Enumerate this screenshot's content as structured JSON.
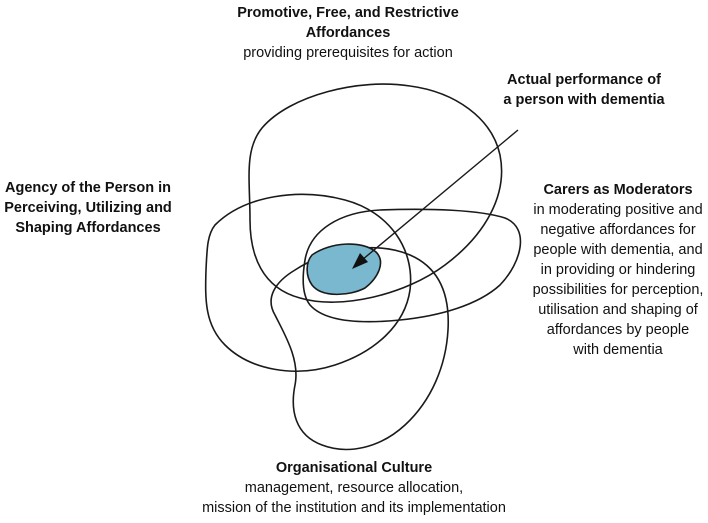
{
  "colors": {
    "outline": "#1a1a1a",
    "overlap_fill": "#7ab8cf",
    "background": "#ffffff"
  },
  "labels": {
    "top": {
      "title_lines": [
        "Promotive, Free, and Restrictive",
        "Affordances"
      ],
      "desc_lines": [
        "providing prerequisites for action"
      ]
    },
    "actual": {
      "title_lines": [
        "Actual performance of",
        "a person with dementia"
      ]
    },
    "left": {
      "title_lines": [
        "Agency of the Person in",
        "Perceiving, Utilizing and",
        "Shaping Affordances"
      ]
    },
    "right": {
      "title_lines": [
        "Carers as Moderators"
      ],
      "desc_lines": [
        "in moderating positive and",
        "negative affordances for",
        "people with dementia, and",
        "in providing or hindering",
        "possibilities for perception,",
        "utilisation and shaping of",
        "affordances by people",
        "with dementia"
      ]
    },
    "bottom": {
      "title_lines": [
        "Organisational Culture"
      ],
      "desc_lines": [
        "management, resource allocation,",
        "mission of the institution and its implementation"
      ]
    }
  }
}
